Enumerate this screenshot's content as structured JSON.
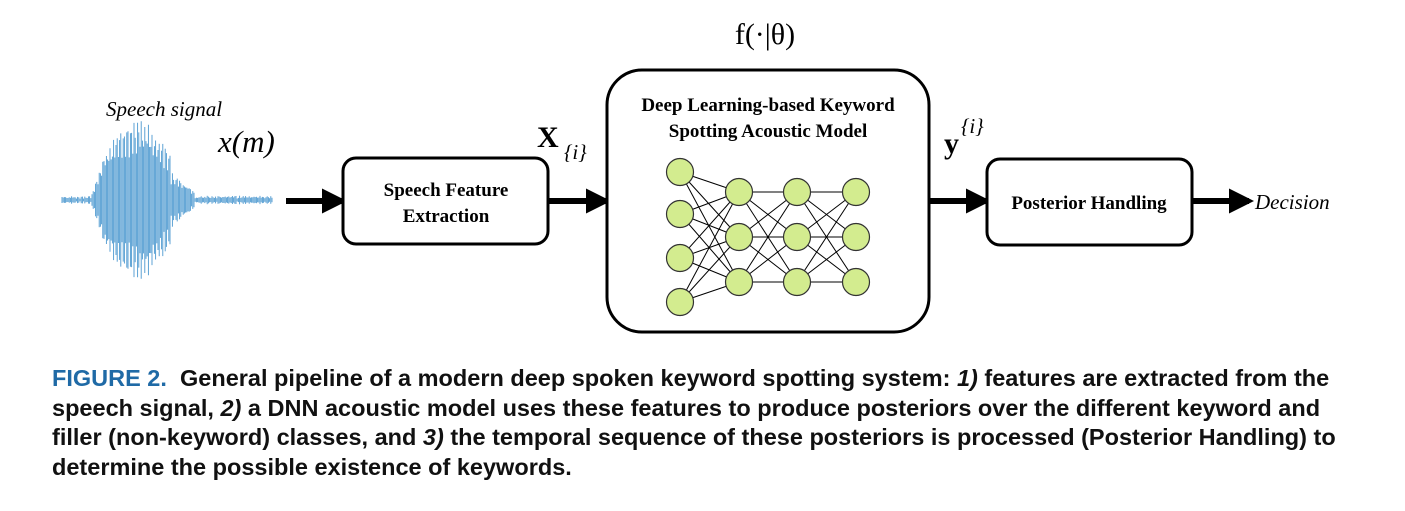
{
  "colors": {
    "caption_label": "#1f6aa6",
    "neuron_fill": "#d3ec8f",
    "waveform": "#2d86c8",
    "stroke": "#000000"
  },
  "diagram": {
    "model_function": "f(·|θ)",
    "signal_label": "Speech signal",
    "signal_var": "x(m)",
    "features_var": "X",
    "features_sub": "{i}",
    "posterior_var": "y",
    "posterior_sup": "{i}",
    "feature_box": {
      "line1": "Speech Feature",
      "line2": "Extraction"
    },
    "model_box": {
      "line1": "Deep Learning-based Keyword",
      "line2": "Spotting Acoustic Model"
    },
    "posterior_box": {
      "label": "Posterior Handling"
    },
    "decision": "Decision"
  },
  "caption": {
    "label": "FIGURE 2.",
    "seg1": "General pipeline of a modern deep spoken keyword spotting system:",
    "n1": "1)",
    "seg2": "features are extracted from the speech signal,",
    "n2": "2)",
    "seg3": "a DNN acoustic model uses these features to produce posteriors over the different keyword and filler (non-keyword) classes, and",
    "n3": "3)",
    "seg4": "the temporal sequence of these posteriors is processed (Posterior Handling) to determine the possible existence of keywords."
  }
}
